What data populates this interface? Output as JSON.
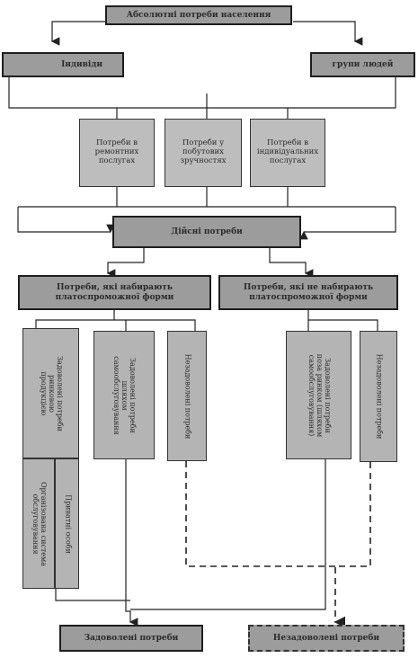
{
  "top": "Абсолютні потреби населення",
  "left_group": "Індивіди",
  "right_group": "групи людей",
  "needs": [
    "Потреби в\nремонтних\nпослугах",
    "Потреби у\nпобутових\nзручностях",
    "Потреби в\nіндивідуальних\nпослугах"
  ],
  "real_needs": "Дійсні потреби",
  "paying": "Потреби, які набирають\nплатоспроможної форми",
  "nonpaying": "Потреби, які не набирають\nплатоспроможної форми",
  "col1_top": "Задоволені потреби\nринковою\nпродукцією",
  "col1_bottom_a": "Організована система\nобслуговування",
  "col1_bottom_b": "Приватні особи",
  "col2": "Задоволені потреби\nшляхом\nсамообслуговування",
  "col3": "Незадоволені потреби",
  "col4": "Задоволені потреби\nпоза ринком (шляхом\nсамообслуговування)",
  "col5": "Незадоволені потреби",
  "satisfied": "Задоволені потреби",
  "unsatisfied": "Незадоволені потреби"
}
